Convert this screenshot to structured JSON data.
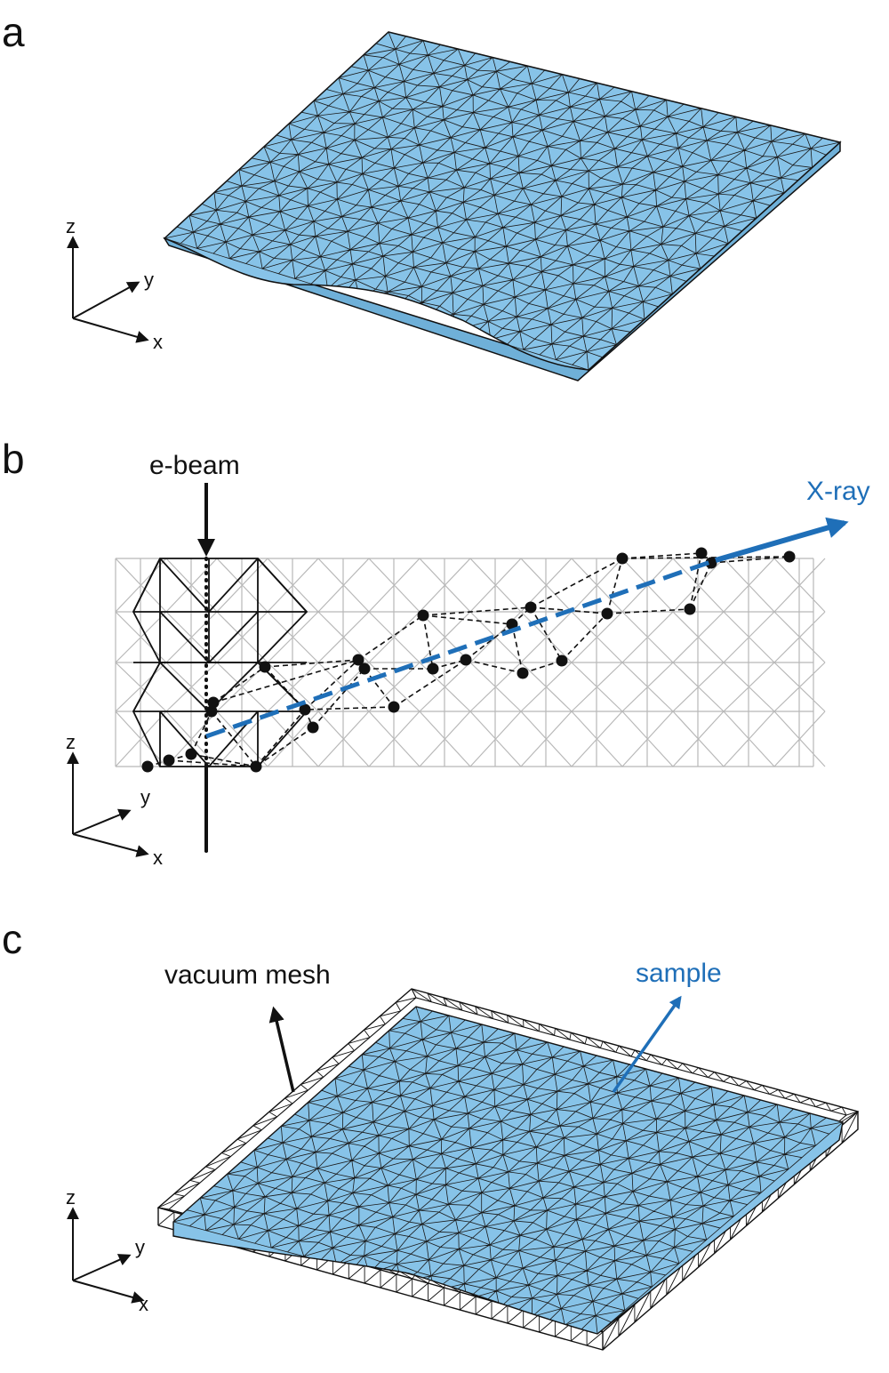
{
  "panels": {
    "a": {
      "label": "a"
    },
    "b": {
      "label": "b",
      "beam_label": "e-beam",
      "xray_label": "X-ray"
    },
    "c": {
      "label": "c",
      "vacuum_label": "vacuum mesh",
      "sample_label": "sample"
    }
  },
  "axes": {
    "x": "x",
    "y": "y",
    "z": "z"
  },
  "colors": {
    "sample_fill": "#87c3e8",
    "xray_blue": "#1f6fb8",
    "mesh_line": "#111111",
    "background_mesh": "#b8b8b8"
  }
}
